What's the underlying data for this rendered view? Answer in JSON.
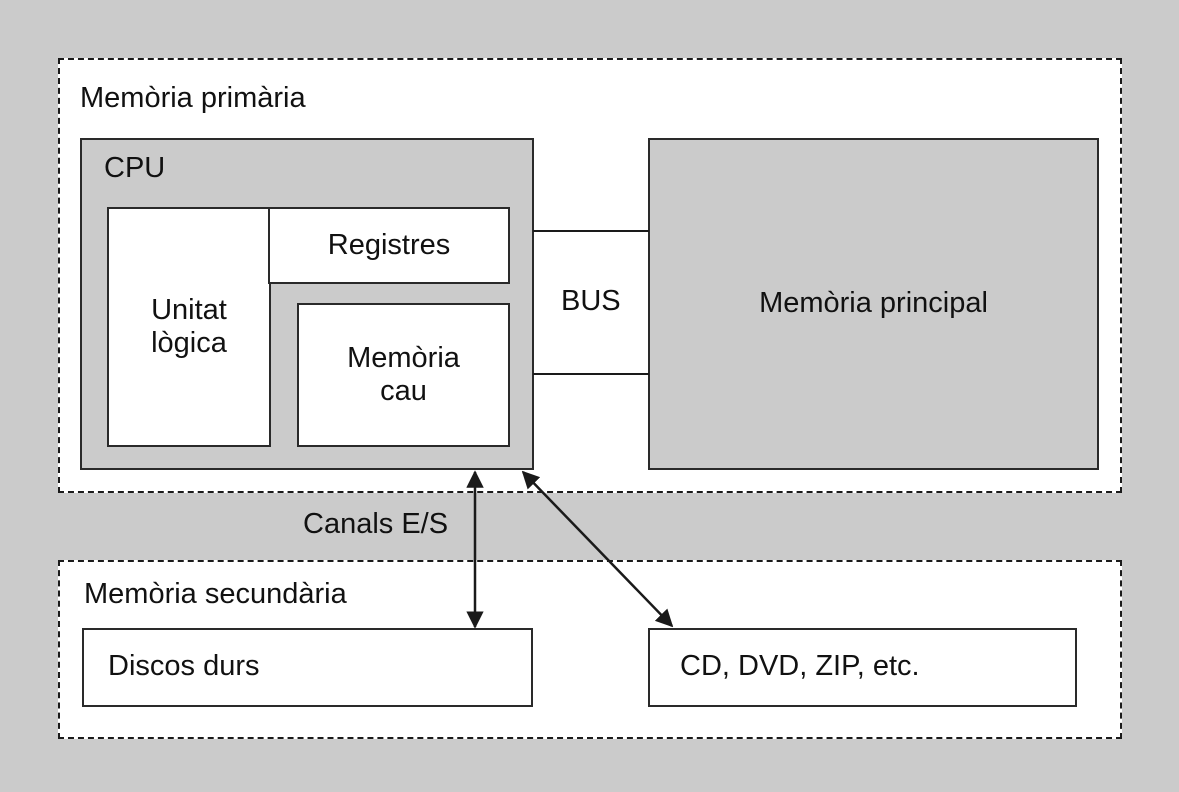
{
  "diagram": {
    "primary_memory": {
      "title": "Memòria primària",
      "cpu": {
        "title": "CPU",
        "logic_unit": {
          "line1": "Unitat",
          "line2": "lògica"
        },
        "registers": "Registres",
        "cache": {
          "line1": "Memòria",
          "line2": "cau"
        }
      },
      "bus": "BUS",
      "main_memory": "Memòria principal"
    },
    "io_channels": "Canals E/S",
    "secondary_memory": {
      "title": "Memòria secundària",
      "hard_disks": "Discos durs",
      "removable": "CD, DVD, ZIP, etc."
    },
    "colors": {
      "background": "#cbcbcb",
      "box_fill": "#ffffff",
      "stroke": "#1a1a1a"
    }
  }
}
